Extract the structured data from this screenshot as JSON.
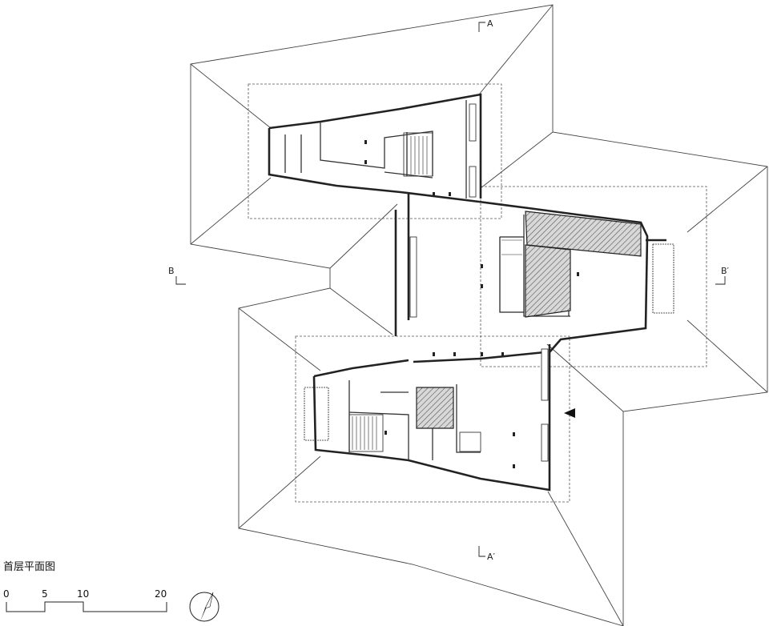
{
  "drawing": {
    "title": "首层平面图",
    "section_marks": {
      "a_top": "A",
      "a_bottom": "A′",
      "b_left": "B",
      "b_right": "B′"
    },
    "scale_bar": {
      "ticks": [
        "0",
        "5",
        "10",
        "20"
      ]
    },
    "icons": [
      "north-arrow-icon",
      "entrance-arrow-icon"
    ],
    "colors": {
      "line": "#333333",
      "hatch": "#555555",
      "background": "#ffffff"
    }
  }
}
